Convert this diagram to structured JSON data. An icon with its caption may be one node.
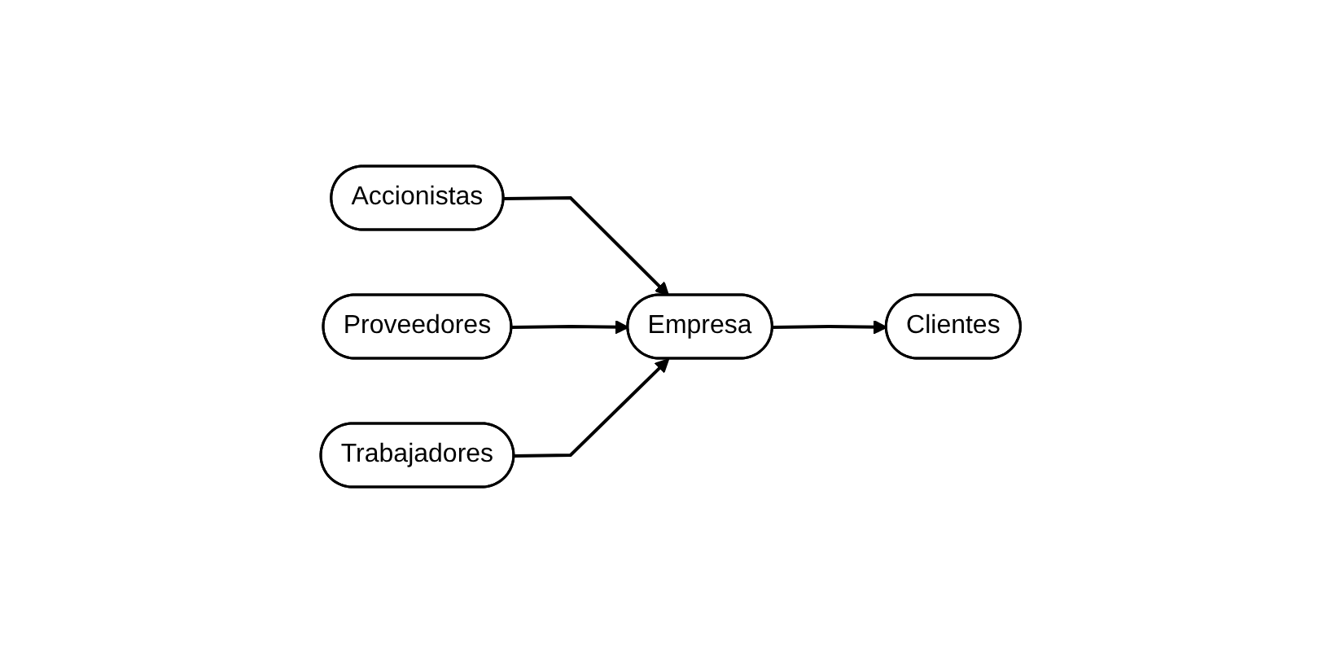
{
  "diagram": {
    "nodes": [
      {
        "text": [
          "Accionistas"
        ]
      },
      {
        "text": [
          "Proveedores"
        ]
      },
      {
        "text": [
          "Empresa"
        ]
      },
      {
        "text": [
          "Clientes"
        ]
      },
      {
        "text": [
          "Trabajadores"
        ]
      }
    ],
    "edges": [
      {
        "from": 0,
        "to": 2,
        "arrow": "to"
      },
      {
        "from": 1,
        "to": 2,
        "arrow": "to"
      },
      {
        "from": 2,
        "to": 3,
        "arrow": "to"
      },
      {
        "from": 4,
        "to": 2,
        "arrow": "to"
      }
    ]
  }
}
